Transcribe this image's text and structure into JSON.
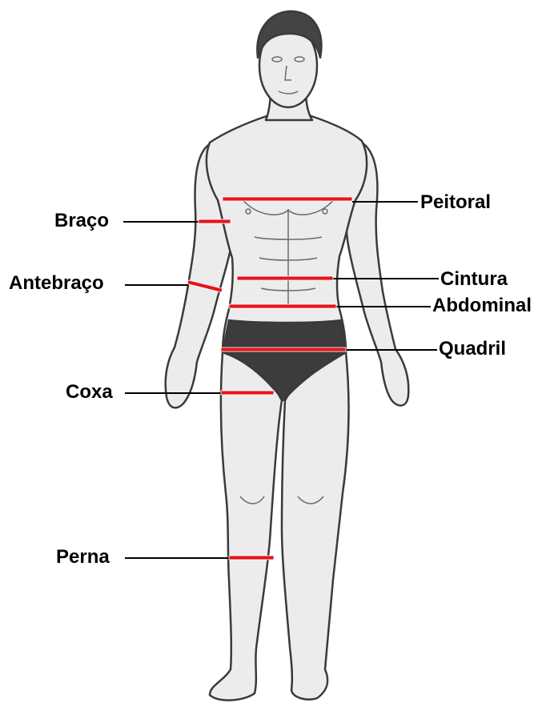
{
  "labels": {
    "braco": "Braço",
    "antebraco": "Antebraço",
    "coxa": "Coxa",
    "perna": "Perna",
    "peitoral": "Peitoral",
    "cintura": "Cintura",
    "abdominal": "Abdominal",
    "quadril": "Quadril"
  },
  "colors": {
    "measure_band": "#e8141b",
    "leader_line": "#000000",
    "body_fill": "#ececec",
    "body_outline": "#3a3a3a",
    "shadow": "#c4c4c4",
    "briefs": "#3c3c3c"
  }
}
